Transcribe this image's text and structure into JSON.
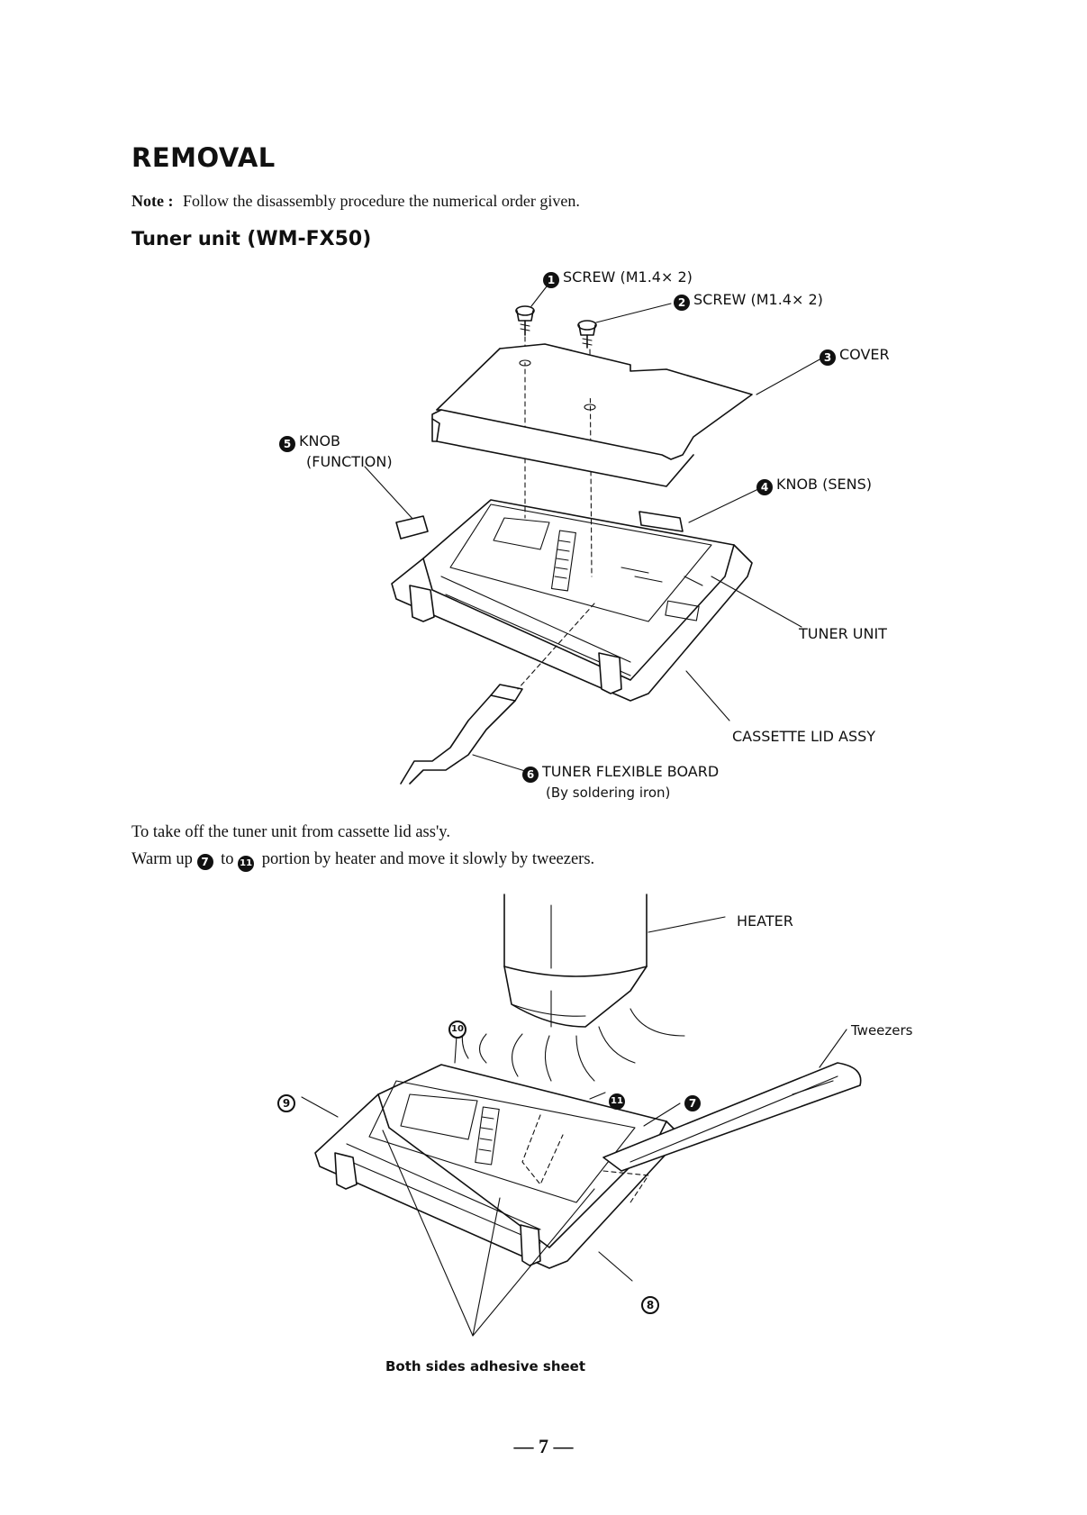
{
  "title": "REMOVAL",
  "note": {
    "label": "Note :",
    "text": "Follow the disassembly procedure the numerical order given."
  },
  "subtitle": {
    "main": "Tuner unit",
    "model": "(WM-FX50)"
  },
  "figure1": {
    "labels": {
      "screw1": {
        "num": "1",
        "text": "SCREW (M1.4× 2)"
      },
      "screw2": {
        "num": "2",
        "text": "SCREW (M1.4× 2)"
      },
      "cover": {
        "num": "3",
        "text": "COVER"
      },
      "knob_sens": {
        "num": "4",
        "text": "KNOB (SENS)"
      },
      "knob_function": {
        "num": "5",
        "text": "KNOB",
        "text2": "(FUNCTION)"
      },
      "tuner_unit": "TUNER UNIT",
      "cassette_lid": "CASSETTE LID ASSY",
      "flex_board": {
        "num": "6",
        "text": "TUNER FLEXIBLE BOARD",
        "sub": "(By soldering iron)"
      }
    }
  },
  "instructions": {
    "line1": "To take off the tuner unit from cassette lid ass'y.",
    "line2_a": "Warm up",
    "line2_from": "7",
    "line2_b": "to",
    "line2_to": "11",
    "line2_c": "portion by heater and move it slowly by tweezers."
  },
  "figure2": {
    "labels": {
      "heater": "HEATER",
      "tweezers": "Tweezers",
      "n7": "7",
      "n8": "8",
      "n9": "9",
      "n10": "10",
      "n11": "11",
      "adhesive": "Both sides adhesive sheet"
    }
  },
  "page_number": "— 7 —"
}
